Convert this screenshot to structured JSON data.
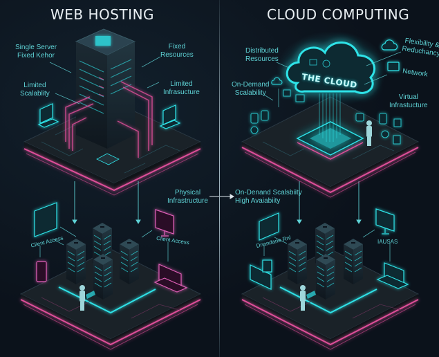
{
  "left_panel": {
    "title": "WEB HOSTING",
    "labels": {
      "single_server": "Single Server\nFixed Kehor",
      "fixed_resources": "Fixed\nResources",
      "limited_scalability": "Limited\nScalablity",
      "limited_infrastructure": "Limited\nInfrasucture",
      "physical_infrastructure": "Physical\nInfrastructure",
      "client_access_left": "Client Access",
      "client_access_right": "Client Access"
    }
  },
  "right_panel": {
    "title": "CLOUD COMPUTING",
    "cloud_label": "THE CLOUD",
    "labels": {
      "distributed_resources": "Distributed\nResources",
      "flexibility_redundancy": "Flexibility &\nReduchancy",
      "network": "Network",
      "on_demand_scalability": "On-Demand\nScalability",
      "virtual_infrastructure": "Virtual\nInfrastucture",
      "on_demand_high_availability": "On-Denand Scalsbiity\nHigh Avaiabiity",
      "dashboard_label": "Dnandane Rnl",
      "iaas_label": "IAUSAS"
    }
  },
  "colors": {
    "background": "#0b121b",
    "cyan_accent": "#2fe3e8",
    "magenta_accent": "#e0509a",
    "label_text": "#5fd3d6",
    "title_text": "#e8eef2"
  }
}
